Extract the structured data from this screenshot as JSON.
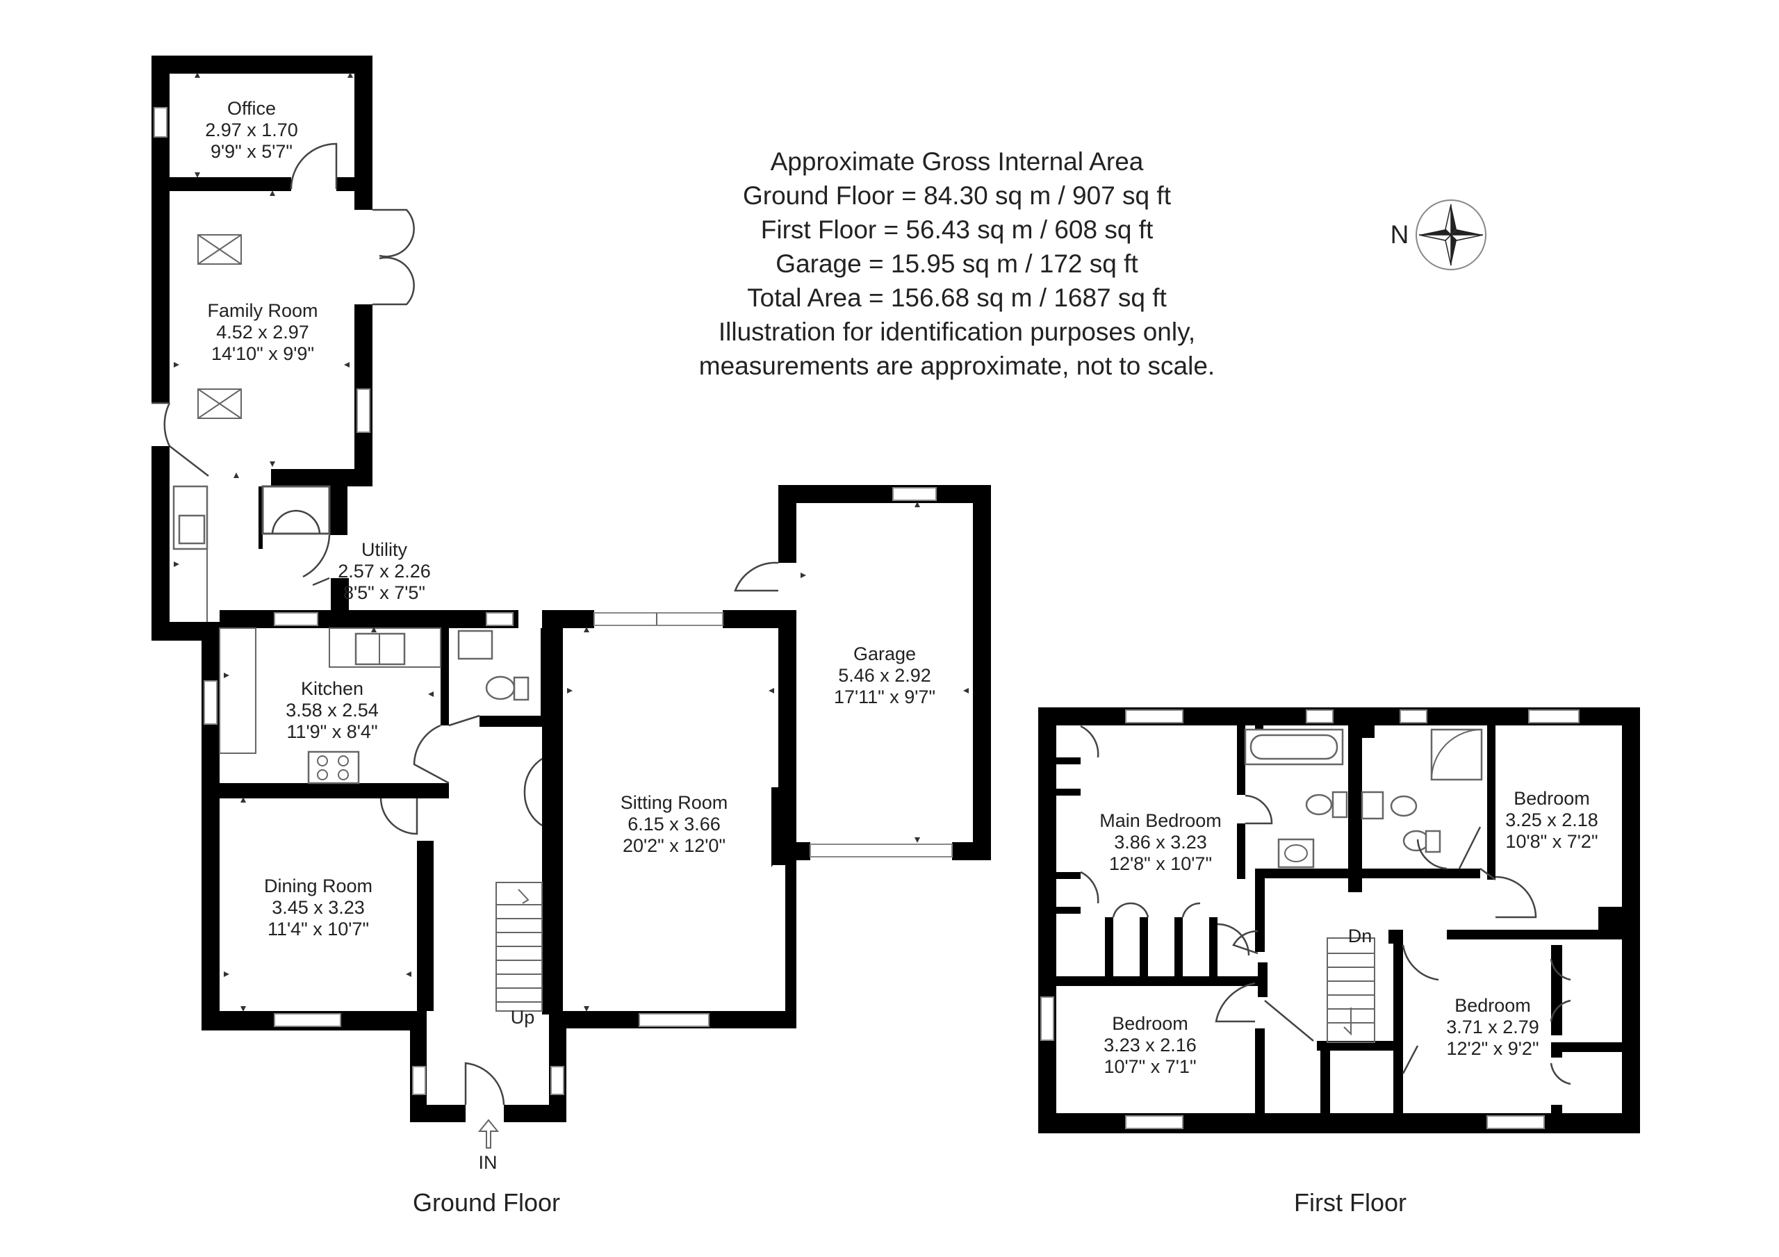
{
  "area_info": {
    "lines": [
      "Approximate Gross Internal Area",
      "Ground Floor = 84.30 sq m / 907 sq ft",
      "First Floor = 56.43 sq m / 608 sq ft",
      "Garage = 15.95 sq m / 172 sq ft",
      "Total Area = 156.68 sq m / 1687 sq ft",
      "Illustration for identification purposes only,",
      "measurements are approximate, not to scale."
    ]
  },
  "compass": {
    "label": "N",
    "icon": "compass-rose-icon"
  },
  "ground_floor": {
    "caption": "Ground Floor",
    "rooms": [
      {
        "name": "Office",
        "metric": "2.97 x 1.70",
        "imperial": "9'9\" x 5'7\""
      },
      {
        "name": "Family Room",
        "metric": "4.52 x 2.97",
        "imperial": "14'10\" x 9'9\""
      },
      {
        "name": "Utility",
        "metric": "2.57 x 2.26",
        "imperial": "8'5\" x 7'5\""
      },
      {
        "name": "Kitchen",
        "metric": "3.58 x 2.54",
        "imperial": "11'9\" x 8'4\""
      },
      {
        "name": "Dining Room",
        "metric": "3.45 x 3.23",
        "imperial": "11'4\" x 10'7\""
      },
      {
        "name": "Sitting Room",
        "metric": "6.15 x 3.66",
        "imperial": "20'2\" x 12'0\""
      },
      {
        "name": "Garage",
        "metric": "5.46 x 2.92",
        "imperial": "17'11\" x 9'7\""
      }
    ],
    "labels": {
      "stairs": "Up",
      "entrance": "IN"
    }
  },
  "first_floor": {
    "caption": "First Floor",
    "rooms": [
      {
        "name": "Main Bedroom",
        "metric": "3.86 x 3.23",
        "imperial": "12'8\" x 10'7\""
      },
      {
        "name": "Bedroom",
        "metric": "3.25 x 2.18",
        "imperial": "10'8\" x 7'2\""
      },
      {
        "name": "Bedroom",
        "metric": "3.23 x 2.16",
        "imperial": "10'7\" x 7'1\""
      },
      {
        "name": "Bedroom",
        "metric": "3.71 x 2.79",
        "imperial": "12'2\" x 9'2\""
      }
    ],
    "labels": {
      "stairs": "Dn"
    }
  }
}
